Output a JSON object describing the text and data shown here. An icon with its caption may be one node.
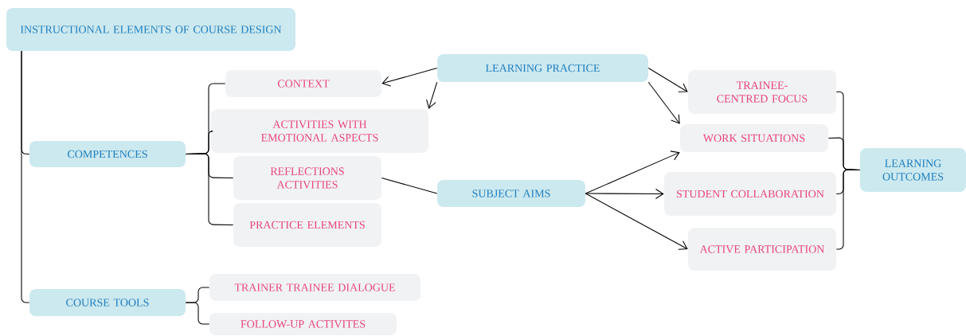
{
  "diagram": {
    "nodes": [
      {
        "text": [
          "INSTRUCTIONAL ELEMENTS OF COURSE DESIGN"
        ]
      },
      {
        "text": [
          "COMPETENCES"
        ]
      },
      {
        "text": [
          "COURSE TOOLS"
        ]
      },
      {
        "text": [
          "CONTEXT"
        ]
      },
      {
        "text": [
          "ACTIVITIES WITH EMOTIONAL ASPECTS"
        ]
      },
      {
        "text": [
          "REFLECTIONS ACTIVITIES"
        ]
      },
      {
        "text": [
          "PRACTICE ELEMENTS"
        ]
      },
      {
        "text": [
          "TRAINER TRAINEE DIALOGUE"
        ]
      },
      {
        "text": [
          "FOLLOW-UP ACTIVITES"
        ]
      },
      {
        "text": [
          "LEARNING PRACTICE"
        ]
      },
      {
        "text": [
          "SUBJECT AIMS"
        ]
      },
      {
        "text": [
          "TRAINEE-CENTRED FOCUS"
        ]
      },
      {
        "text": [
          "WORK SITUATIONS"
        ]
      },
      {
        "text": [
          "STUDENT COLLABORATION"
        ]
      },
      {
        "text": [
          "ACTIVE PARTICIPATION"
        ]
      },
      {
        "text": [
          "LEARNING OUTCOMES"
        ]
      }
    ],
    "edges": [
      {
        "from": 0,
        "to": 1,
        "arrow": "none"
      },
      {
        "from": 0,
        "to": 2,
        "arrow": "none"
      },
      {
        "from": 1,
        "to": 3,
        "arrow": "none"
      },
      {
        "from": 1,
        "to": 4,
        "arrow": "none"
      },
      {
        "from": 1,
        "to": 5,
        "arrow": "none"
      },
      {
        "from": 1,
        "to": 6,
        "arrow": "none"
      },
      {
        "from": 2,
        "to": 7,
        "arrow": "none"
      },
      {
        "from": 2,
        "to": 8,
        "arrow": "none"
      },
      {
        "from": 9,
        "to": 3,
        "arrow": "to"
      },
      {
        "from": 9,
        "to": 4,
        "arrow": "to"
      },
      {
        "from": 9,
        "to": 11,
        "arrow": "to"
      },
      {
        "from": 9,
        "to": 12,
        "arrow": "to"
      },
      {
        "from": 5,
        "to": 10,
        "arrow": "none"
      },
      {
        "from": 10,
        "to": 12,
        "arrow": "to"
      },
      {
        "from": 10,
        "to": 13,
        "arrow": "to"
      },
      {
        "from": 10,
        "to": 14,
        "arrow": "to"
      },
      {
        "from": 11,
        "to": 15,
        "arrow": "none"
      },
      {
        "from": 12,
        "to": 15,
        "arrow": "none"
      },
      {
        "from": 13,
        "to": 15,
        "arrow": "none"
      },
      {
        "from": 14,
        "to": 15,
        "arrow": "none"
      }
    ]
  }
}
